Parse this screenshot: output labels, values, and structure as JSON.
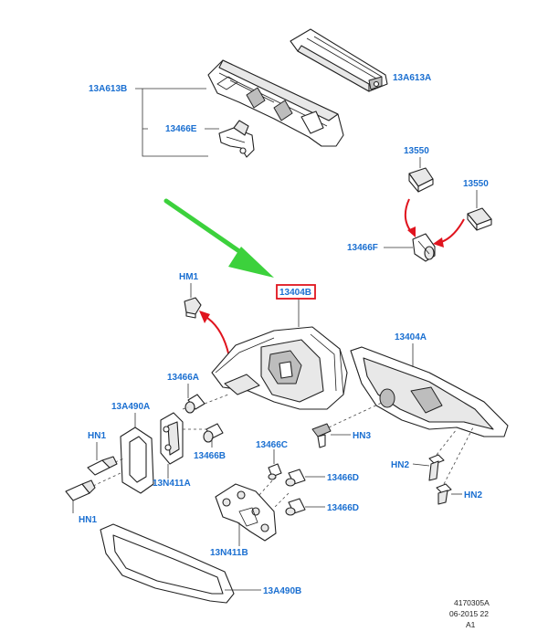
{
  "callouts": {
    "a13A613B": "13A613B",
    "a13A613A": "13A613A",
    "a13466E": "13466E",
    "a13550_top": "13550",
    "a13550_right": "13550",
    "a13466F": "13466F",
    "aHM1": "HM1",
    "a13404B": "13404B",
    "a13404A": "13404A",
    "a13466A": "13466A",
    "a13A490A": "13A490A",
    "aHN3": "HN3",
    "aHN1_top": "HN1",
    "aHN1_bottom": "HN1",
    "a13N411A": "13N411A",
    "a13466B": "13466B",
    "a13466C": "13466C",
    "a13466D_top": "13466D",
    "a13466D_bottom": "13466D",
    "aHN2_left": "HN2",
    "aHN2_right": "HN2",
    "a13N411B": "13N411B",
    "a13A490B": "13A490B"
  },
  "meta": {
    "drawing_number": "4170305A",
    "date": "06-2015 22",
    "revision": "A1"
  },
  "colors": {
    "callout": "#1a6fd1",
    "highlight_box": "#e0141e",
    "pointer_arrow": "#3cd13c",
    "red_arrow": "#e0141e"
  }
}
